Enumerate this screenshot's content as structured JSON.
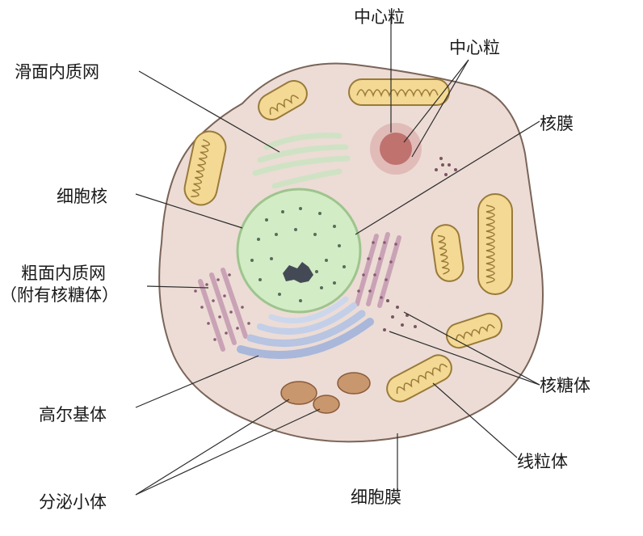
{
  "labels": {
    "centrosome_top": "中心粒",
    "centrosome_sub": "中心粒",
    "smooth_er": "滑面内质网",
    "nuclear_envelope": "核膜",
    "nucleus": "细胞核",
    "rough_er_line1": "粗面内质网",
    "rough_er_line2": "（附有核糖体）",
    "ribosome": "核糖体",
    "golgi": "高尔基体",
    "mitochondrion": "线粒体",
    "secretory_vesicle": "分泌小体",
    "cell_membrane": "细胞膜"
  },
  "colors": {
    "cytoplasm": "#ecdcd5",
    "membrane": "#7a6458",
    "mitochondria_fill": "#f3d993",
    "mitochondria_outline": "#9a7a3a",
    "nucleus_fill": "#d2ecc5",
    "smooth_er": "#cfe3c4",
    "rough_er": "#c9a3b5",
    "golgi": "#b7c4e2",
    "vesicle": "#c9976d",
    "centrosome": "#b45a57",
    "chromatin": "#444a55"
  }
}
